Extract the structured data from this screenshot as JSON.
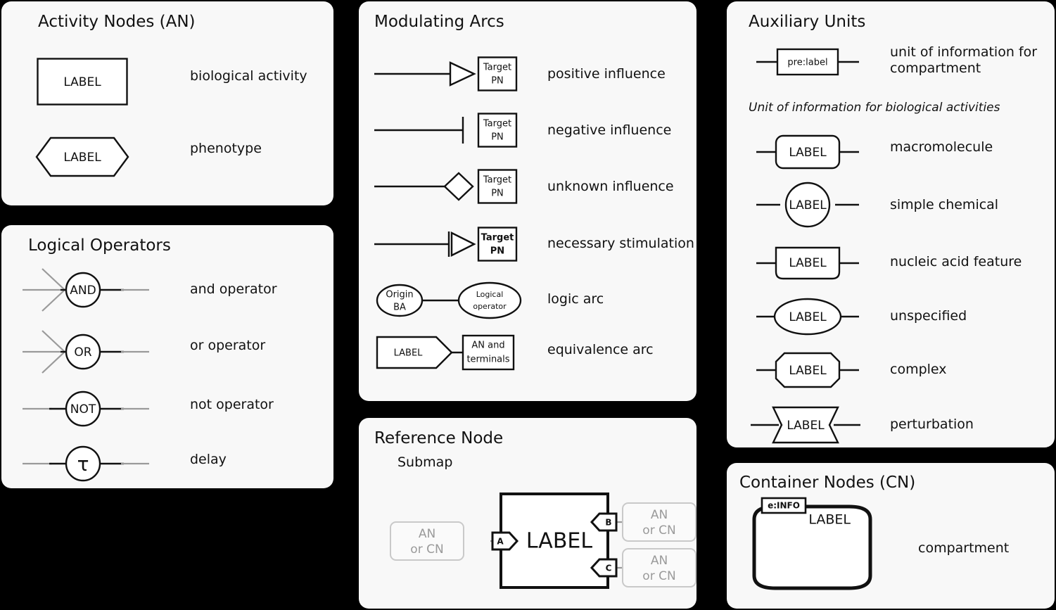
{
  "diagram": {
    "notation": "SBGN Activity Flow",
    "background_color": "#000000",
    "panel_color": "#f8f8f8",
    "stroke_color": "#111111",
    "ghost_color": "#9a9a9a"
  },
  "panels": {
    "activity_nodes": {
      "title": "Activity Nodes (AN)",
      "items": [
        {
          "label": "LABEL",
          "description": "biological activity",
          "shape": "rectangle"
        },
        {
          "label": "LABEL",
          "description": "phenotype",
          "shape": "hexagon"
        }
      ]
    },
    "logical_operators": {
      "title": "Logical Operators",
      "items": [
        {
          "label": "AND",
          "description": "and operator",
          "shape": "circle-with-fork"
        },
        {
          "label": "OR",
          "description": "or operator",
          "shape": "circle-with-fork"
        },
        {
          "label": "NOT",
          "description": "not operator",
          "shape": "circle"
        },
        {
          "label": "τ",
          "description": "delay",
          "shape": "circle"
        }
      ]
    },
    "modulating_arcs": {
      "title": "Modulating Arcs",
      "items": [
        {
          "target_label": "Target\nPN",
          "target_line1": "Target",
          "target_line2": "PN",
          "description": "positive influence",
          "arrowhead": "open-triangle",
          "bold_target": false
        },
        {
          "target_label": "Target\nPN",
          "target_line1": "Target",
          "target_line2": "PN",
          "description": "negative influence",
          "arrowhead": "bar",
          "bold_target": false
        },
        {
          "target_label": "Target\nPN",
          "target_line1": "Target",
          "target_line2": "PN",
          "description": "unknown influence",
          "arrowhead": "diamond",
          "bold_target": false
        },
        {
          "target_label": "Target\nPN",
          "target_line1": "Target",
          "target_line2": "PN",
          "description": "necessary stimulation",
          "arrowhead": "bar-triangle",
          "bold_target": true
        }
      ],
      "logic_arc": {
        "origin_line1": "Origin",
        "origin_line2": "BA",
        "operator_line1": "Logical",
        "operator_line2": "operator",
        "description": "logic arc"
      },
      "equivalence_arc": {
        "tag_label": "LABEL",
        "target_line1": "AN and",
        "target_line2": "terminals",
        "description": "equivalence arc"
      }
    },
    "reference_node": {
      "title": "Reference Node",
      "subtitle": "Submap",
      "submap_label": "LABEL",
      "tags": [
        "A",
        "B",
        "C"
      ],
      "ghost_nodes": [
        {
          "line1": "AN",
          "line2": "or CN"
        },
        {
          "line1": "AN",
          "line2": "or CN"
        },
        {
          "line1": "AN",
          "line2": "or CN"
        }
      ]
    },
    "auxiliary_units": {
      "title": "Auxiliary Units",
      "compartment_unit": {
        "label": "pre:label",
        "description_line1": "unit of information for",
        "description_line2": "compartment"
      },
      "section_heading": "Unit of information for biological activities",
      "items": [
        {
          "label": "LABEL",
          "description": "macromolecule",
          "shape": "rounded-rect"
        },
        {
          "label": "LABEL",
          "description": "simple chemical",
          "shape": "circle"
        },
        {
          "label": "LABEL",
          "description": "nucleic acid feature",
          "shape": "bottom-rounded-rect"
        },
        {
          "label": "LABEL",
          "description": "unspecified",
          "shape": "ellipse"
        },
        {
          "label": "LABEL",
          "description": "complex",
          "shape": "octagon"
        },
        {
          "label": "LABEL",
          "description": "perturbation",
          "shape": "bowtie"
        }
      ]
    },
    "container_nodes": {
      "title": "Container Nodes (CN)",
      "compartment": {
        "info_tag": "e:INFO",
        "label": "LABEL",
        "description": "compartment"
      }
    }
  }
}
